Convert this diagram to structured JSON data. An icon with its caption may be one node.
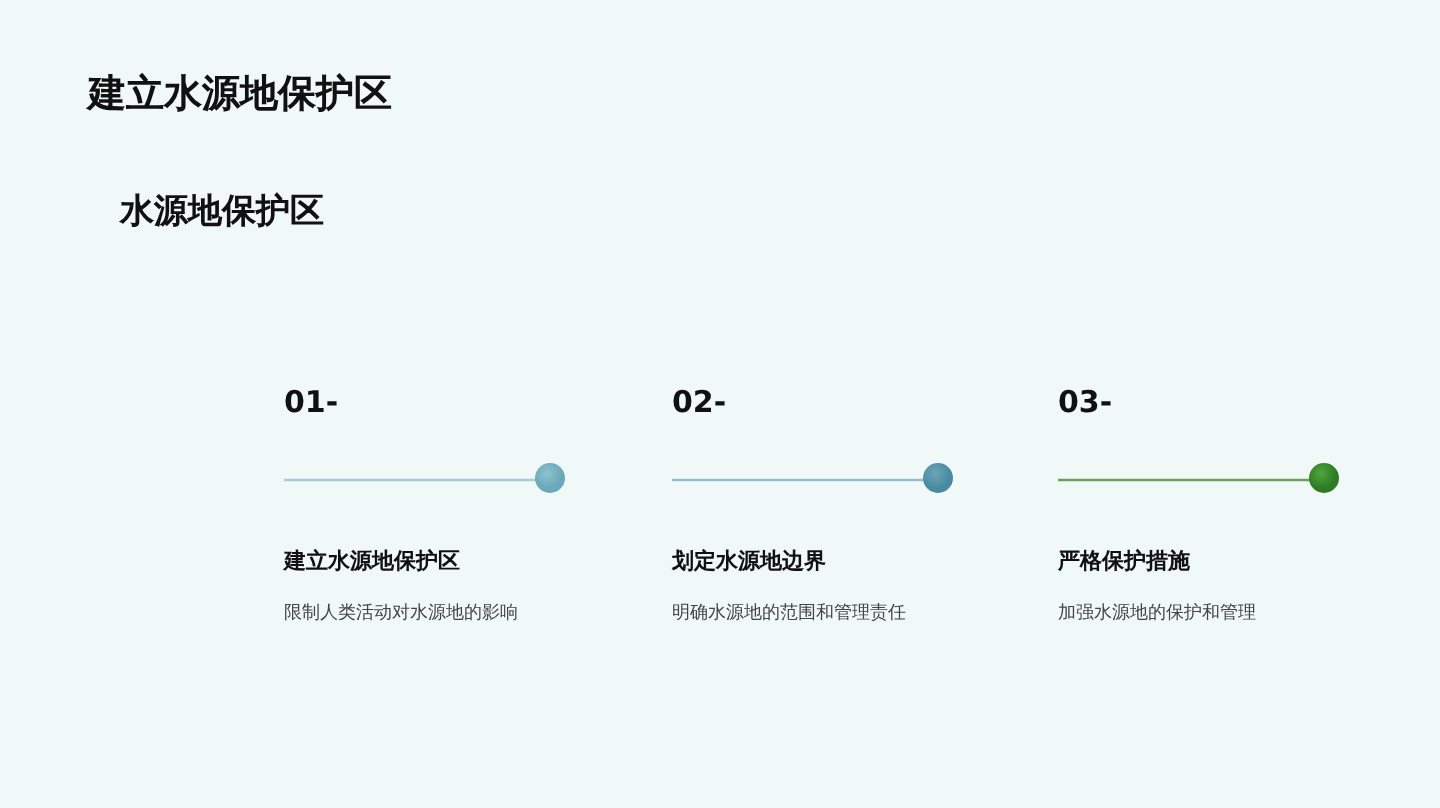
{
  "diagram": {
    "title": "建立水源地保护区",
    "labels": [
      "水源地保护区",
      "01-",
      "建立水源地保护区",
      "限制人类活动对水源地的影响",
      "02-",
      "划定水源地边界",
      "明确水源地的范围和管理责任",
      "03-",
      "严格保护措施",
      "加强水源地的保护和管理"
    ]
  }
}
